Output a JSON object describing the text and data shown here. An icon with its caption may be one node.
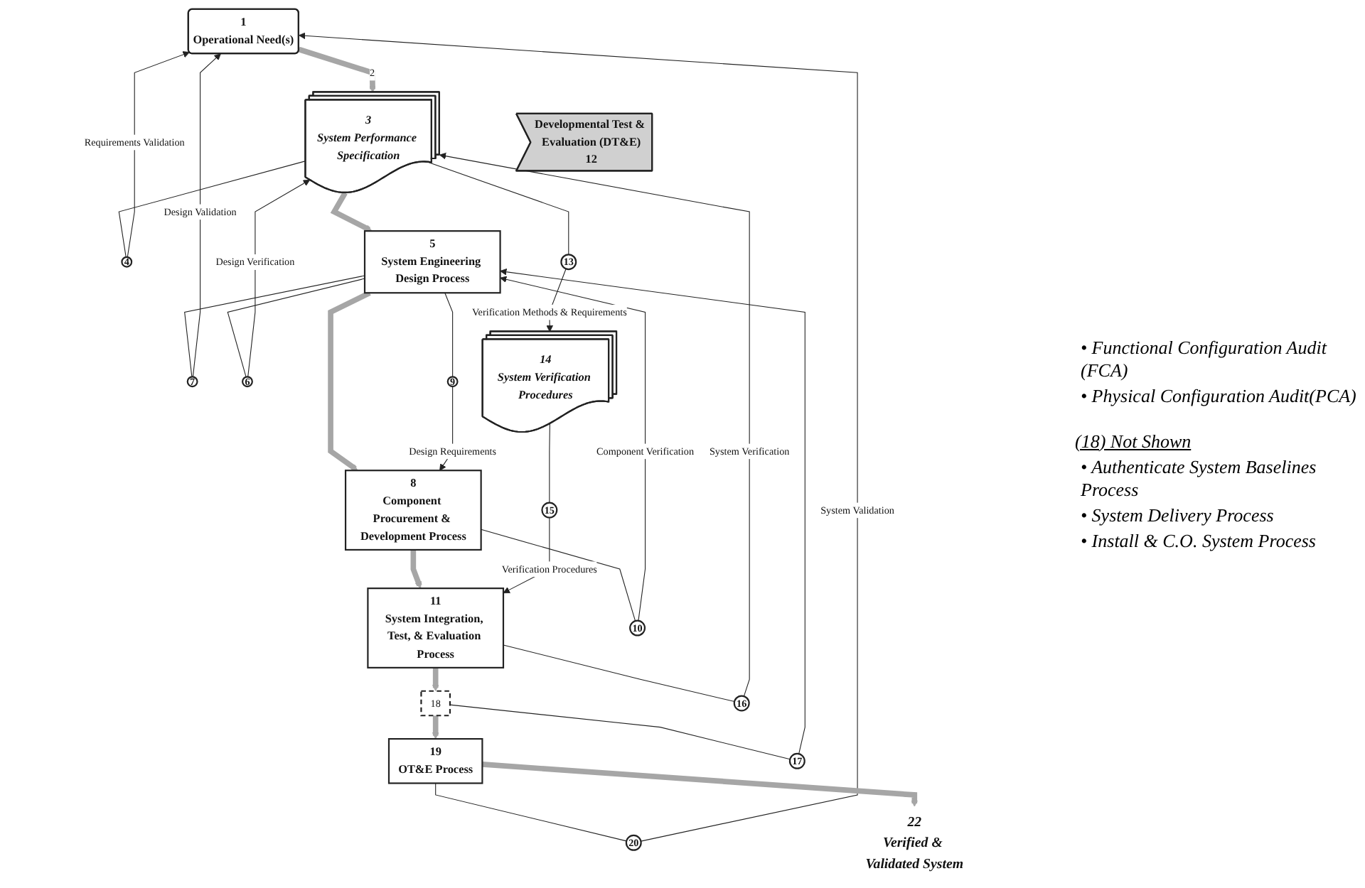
{
  "diagram": {
    "nodes": [
      {
        "text": [
          "1",
          "Operational Need(s)"
        ]
      },
      {
        "text": [
          "3",
          "System Performance Specification"
        ]
      },
      {
        "text": [
          "4"
        ]
      },
      {
        "text": [
          "7"
        ]
      },
      {
        "text": [
          "Developmental Test & Evaluation (DT&E)",
          "12"
        ]
      },
      {
        "text": [
          "20"
        ]
      },
      {
        "text": [
          "5",
          "System Engineering Design Process"
        ]
      },
      {
        "text": [
          "8",
          "Component Procurement & Development Process"
        ]
      },
      {
        "text": [
          "11",
          "System Integration, Test, & Evaluation Process"
        ]
      },
      {
        "text": [
          "18"
        ]
      },
      {
        "text": [
          "19",
          "OT&E Process"
        ]
      },
      {
        "text": [
          "22",
          "Verified & Validated System"
        ]
      },
      {
        "text": [
          "6"
        ]
      },
      {
        "text": [
          "9"
        ]
      },
      {
        "text": [
          "10"
        ]
      },
      {
        "text": [
          "13"
        ]
      },
      {
        "text": [
          "17"
        ]
      },
      {
        "text": [
          "14",
          "System Verification Procedures"
        ]
      },
      {
        "text": [
          "15"
        ]
      },
      {
        "text": [
          "16"
        ]
      }
    ],
    "edges": [
      {
        "from": 0,
        "to": 1,
        "arrow": "to",
        "style": "thick",
        "color": "#a6a6a6",
        "label": "2"
      },
      {
        "from": 1,
        "to": 2,
        "arrow": "none"
      },
      {
        "from": 2,
        "to": 0,
        "arrow": "to",
        "label": "Requirements Validation"
      },
      {
        "from": 6,
        "to": 3,
        "arrow": "none"
      },
      {
        "from": 3,
        "to": 0,
        "arrow": "to",
        "label": "Design Validation"
      },
      {
        "from": 10,
        "to": 5,
        "arrow": "none"
      },
      {
        "from": 5,
        "to": 0,
        "arrow": "to",
        "label": "System Validation"
      },
      {
        "from": 1,
        "to": 6,
        "arrow": "to",
        "style": "thick",
        "color": "#a6a6a6"
      },
      {
        "from": 6,
        "to": 7,
        "arrow": "to",
        "style": "thick",
        "color": "#a6a6a6"
      },
      {
        "from": 7,
        "to": 8,
        "arrow": "to",
        "style": "thick",
        "color": "#a6a6a6"
      },
      {
        "from": 8,
        "to": 9,
        "arrow": "to",
        "style": "thick",
        "color": "#a6a6a6"
      },
      {
        "from": 9,
        "to": 10,
        "arrow": "to",
        "style": "thick",
        "color": "#a6a6a6"
      },
      {
        "from": 10,
        "to": 11,
        "arrow": "to",
        "style": "thick",
        "color": "#a6a6a6"
      },
      {
        "from": 6,
        "to": 12,
        "arrow": "none"
      },
      {
        "from": 12,
        "to": 1,
        "arrow": "to",
        "label": "Design Verification"
      },
      {
        "from": 6,
        "to": 13,
        "arrow": "none"
      },
      {
        "from": 13,
        "to": 7,
        "arrow": "to",
        "label": "Design Requirements"
      },
      {
        "from": 7,
        "to": 14,
        "arrow": "none"
      },
      {
        "from": 14,
        "to": 6,
        "arrow": "to",
        "label": "Component Verification"
      },
      {
        "from": 9,
        "to": 16,
        "arrow": "none"
      },
      {
        "from": 16,
        "to": 6,
        "arrow": "to"
      },
      {
        "from": 1,
        "to": 15,
        "arrow": "none"
      },
      {
        "from": 15,
        "to": 17,
        "arrow": "to",
        "label": "Verification Methods & Requirements"
      },
      {
        "from": 17,
        "to": 18,
        "arrow": "none"
      },
      {
        "from": 18,
        "to": 8,
        "arrow": "to",
        "label": "Verification Procedures"
      },
      {
        "from": 8,
        "to": 19,
        "arrow": "none"
      },
      {
        "from": 19,
        "to": 1,
        "arrow": "to",
        "label": "System Verification"
      }
    ],
    "labels": [
      "• Functional Configuration Audit (FCA)",
      "• Physical Configuration Audit(PCA)",
      "(18) Not Shown",
      "• Authenticate System Baselines Process",
      "• System Delivery Process",
      "• Install & C.O. System Process"
    ]
  }
}
